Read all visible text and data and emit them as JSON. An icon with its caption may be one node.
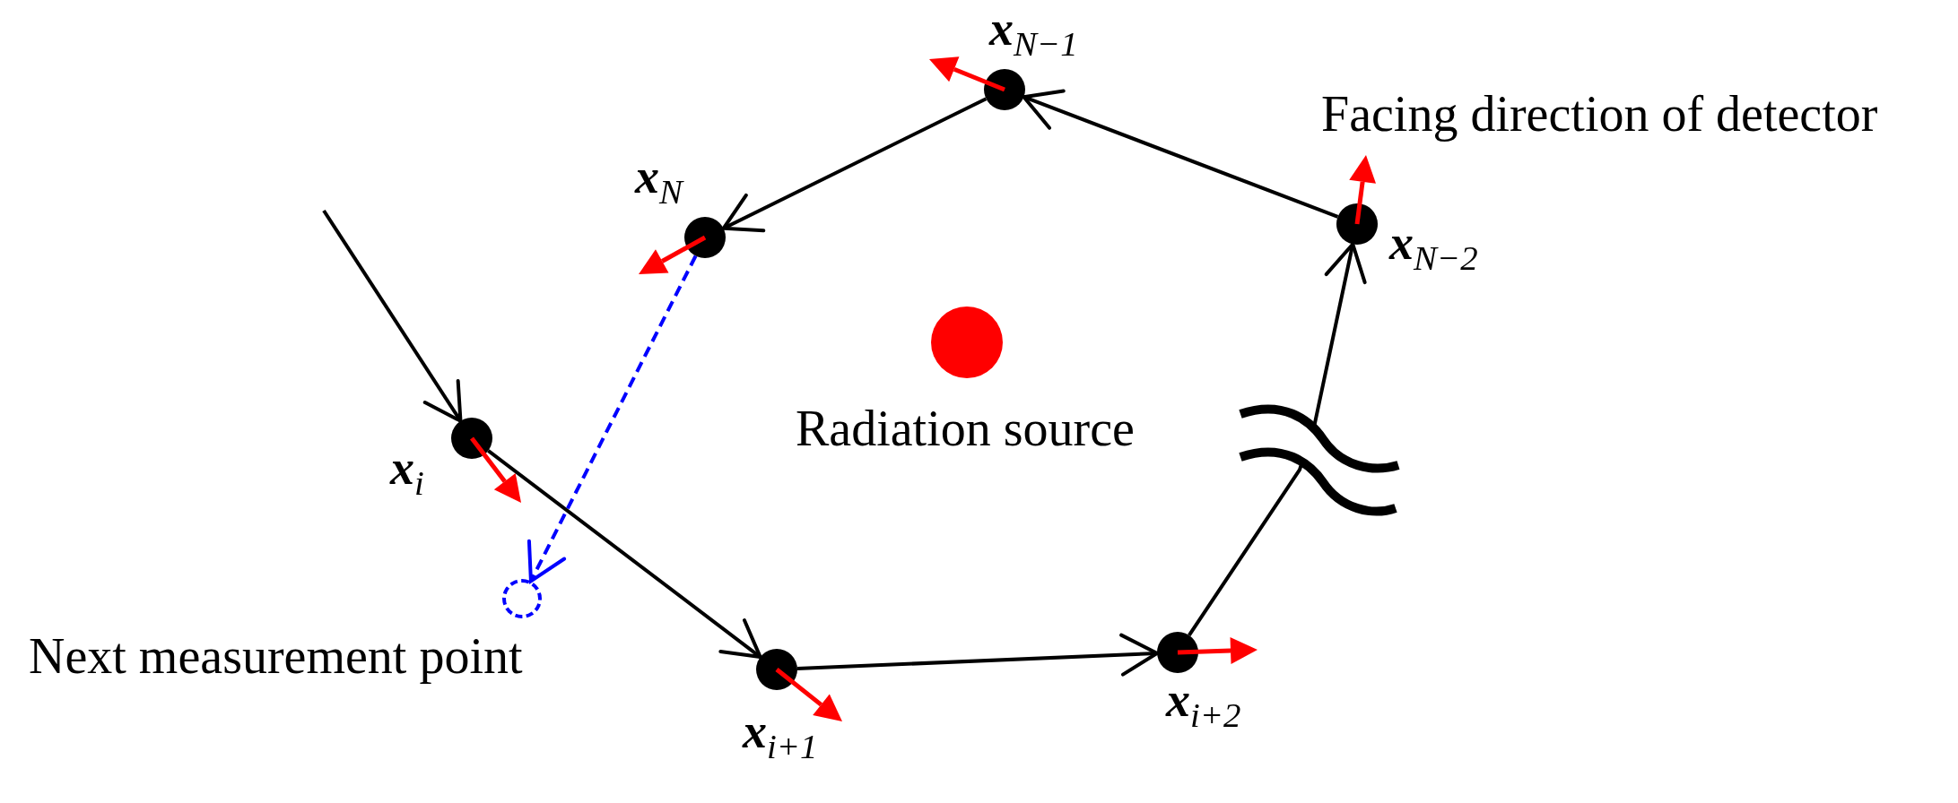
{
  "diagram": {
    "nodes": [
      {
        "text": [],
        "shape": "circle",
        "beside": [
          "**x**$_{i}$"
        ]
      },
      {
        "text": [],
        "shape": "circle",
        "beside": [
          "**x**$_{i+1}$"
        ]
      },
      {
        "text": [],
        "shape": "circle",
        "beside": [
          "**x**$_{i+2}$"
        ]
      },
      {
        "text": [],
        "shape": "circle",
        "beside": [
          "**x**$_{N−2}$"
        ]
      },
      {
        "text": [],
        "shape": "circle",
        "beside": [
          "**x**$_{N−1}$"
        ]
      },
      {
        "text": [],
        "shape": "circle",
        "beside": [
          "**x**$_{N}$"
        ]
      },
      {
        "text": [],
        "shape": "circle",
        "beside": [
          "Next measurement point"
        ]
      },
      {
        "text": [],
        "shape": "circle",
        "beside": [
          "Radiation source"
        ]
      }
    ],
    "edges": [
      {
        "from": null,
        "to": 0,
        "arrow": "to"
      },
      {
        "from": 0,
        "to": 1,
        "arrow": "to"
      },
      {
        "from": 1,
        "to": 2,
        "arrow": "to"
      },
      {
        "from": 2,
        "to": 3,
        "arrow": "to"
      },
      {
        "from": 3,
        "to": 4,
        "arrow": "to"
      },
      {
        "from": 4,
        "to": 5,
        "arrow": "to"
      },
      {
        "from": 5,
        "to": 6,
        "arrow": "to",
        "style": "dashed",
        "color": "#0000ff"
      }
    ],
    "labels": [
      "Facing direction of detector"
    ]
  }
}
